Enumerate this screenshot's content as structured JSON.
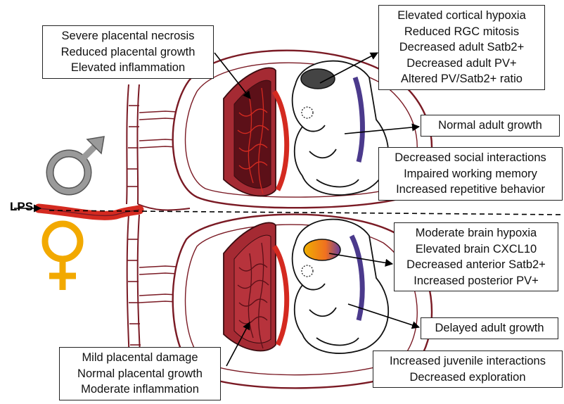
{
  "stimulus": {
    "label": "LPS"
  },
  "symbols": {
    "male_color": "#8c8c8c",
    "female_color": "#f2a900"
  },
  "colors": {
    "placenta_outer": "#7a1a24",
    "placenta_inner": "#a52a33",
    "vessel": "#d42a20",
    "eye_male": "#444444",
    "eye_female": "#f5a623",
    "spine": "#4b3a8c"
  },
  "male": {
    "placenta_box": [
      "Severe placental necrosis",
      "Reduced placental growth",
      "Elevated inflammation"
    ],
    "brain_box": [
      "Elevated cortical hypoxia",
      "Reduced RGC mitosis",
      "Decreased adult Satb2+",
      "Decreased adult PV+",
      "Altered PV/Satb2+ ratio"
    ],
    "growth_box": [
      "Normal adult growth"
    ],
    "behavior_box": [
      "Decreased social interactions",
      "Impaired working memory",
      "Increased repetitive behavior"
    ]
  },
  "female": {
    "brain_box": [
      "Moderate brain hypoxia",
      "Elevated brain CXCL10",
      "Decreased anterior Satb2+",
      "Increased posterior PV+"
    ],
    "growth_box": [
      "Delayed adult growth"
    ],
    "placenta_box": [
      "Mild placental damage",
      "Normal placental growth",
      "Moderate inflammation"
    ],
    "behavior_box": [
      "Increased juvenile interactions",
      "Decreased exploration"
    ]
  }
}
